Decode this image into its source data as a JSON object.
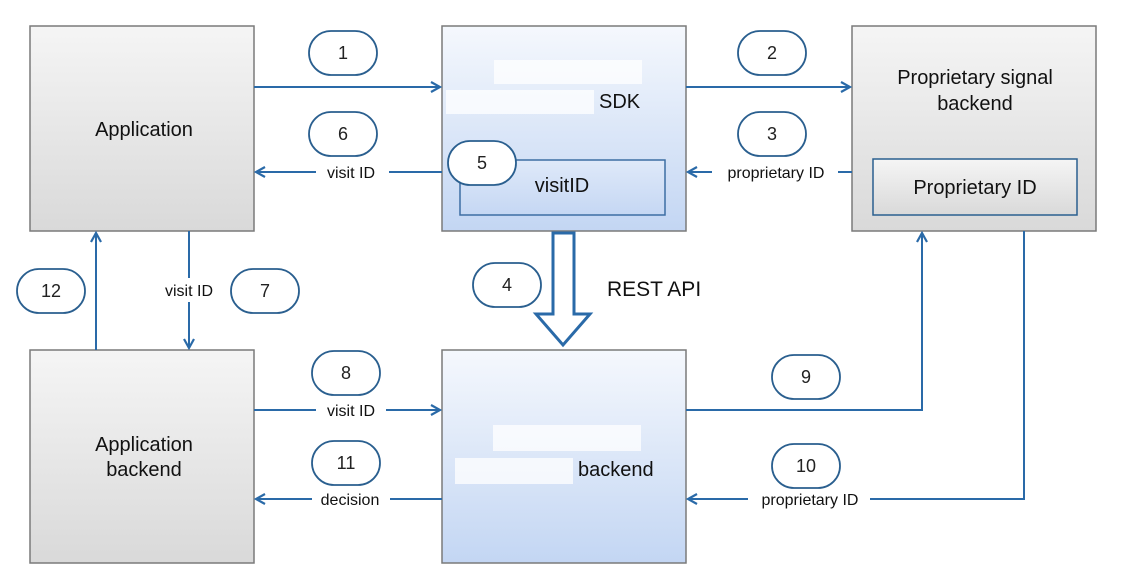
{
  "colors": {
    "arrow": "#2a6aa8",
    "box_stroke": "#7a7a7a",
    "gray_fill_top": "#f5f5f5",
    "gray_fill_bottom": "#d9d9d9",
    "blue_fill_top": "#f5f8fd",
    "blue_fill_bottom": "#c3d6f3",
    "bubble_stroke": "#2a5f8f",
    "inner_stroke": "#3d6ea3",
    "redaction": "#ffffff"
  },
  "boxes": {
    "application": "Application",
    "sdk": "SDK",
    "proprietary_backend_line1": "Proprietary signal",
    "proprietary_backend_line2": "backend",
    "proprietary_id": "Proprietary ID",
    "visit_id_store": "visitID",
    "application_backend_line1": "Application",
    "application_backend_line2": "backend",
    "service_backend": "backend"
  },
  "labels": {
    "visit_id_6": "visit ID",
    "proprietary_id_3": "proprietary ID",
    "visit_id_7": "visit ID",
    "rest_api": "REST API",
    "visit_id_8": "visit ID",
    "decision_11": "decision",
    "proprietary_id_10": "proprietary ID"
  },
  "steps": [
    "1",
    "2",
    "3",
    "4",
    "5",
    "6",
    "7",
    "8",
    "9",
    "10",
    "11",
    "12"
  ]
}
